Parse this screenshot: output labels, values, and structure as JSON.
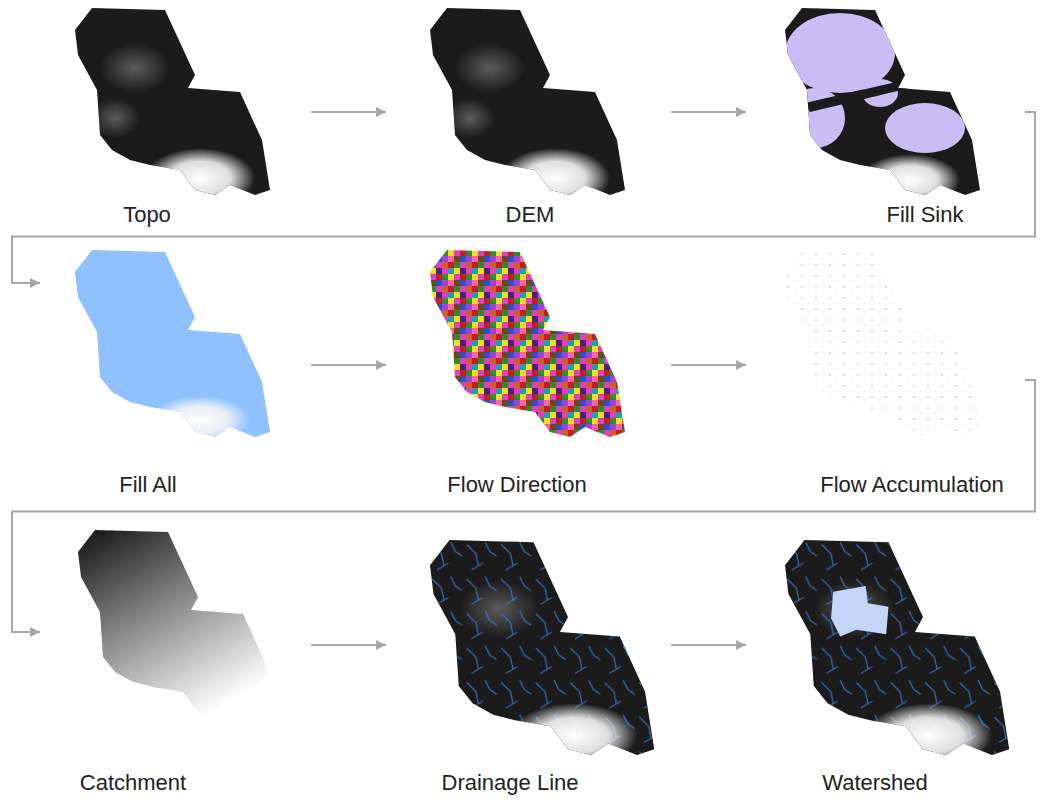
{
  "diagram": {
    "nodes": [
      {
        "text": [
          "Topo"
        ]
      },
      {
        "text": [
          "DEM"
        ]
      },
      {
        "text": [
          "Fill Sink"
        ]
      },
      {
        "text": [
          "Fill All"
        ]
      },
      {
        "text": [
          "Flow Direction"
        ]
      },
      {
        "text": [
          "Flow Accumulation"
        ]
      },
      {
        "text": [
          "Catchment"
        ]
      },
      {
        "text": [
          "Drainage Line"
        ]
      },
      {
        "text": [
          "Watershed"
        ]
      }
    ],
    "edges": [
      {
        "from": 0,
        "to": 1,
        "arrow": "to"
      },
      {
        "from": 1,
        "to": 2,
        "arrow": "to"
      },
      {
        "from": 2,
        "to": 3,
        "arrow": "to"
      },
      {
        "from": 3,
        "to": 4,
        "arrow": "to"
      },
      {
        "from": 4,
        "to": 5,
        "arrow": "to"
      },
      {
        "from": 5,
        "to": 6,
        "arrow": "to"
      },
      {
        "from": 6,
        "to": 7,
        "arrow": "to"
      },
      {
        "from": 7,
        "to": 8,
        "arrow": "to"
      }
    ]
  }
}
